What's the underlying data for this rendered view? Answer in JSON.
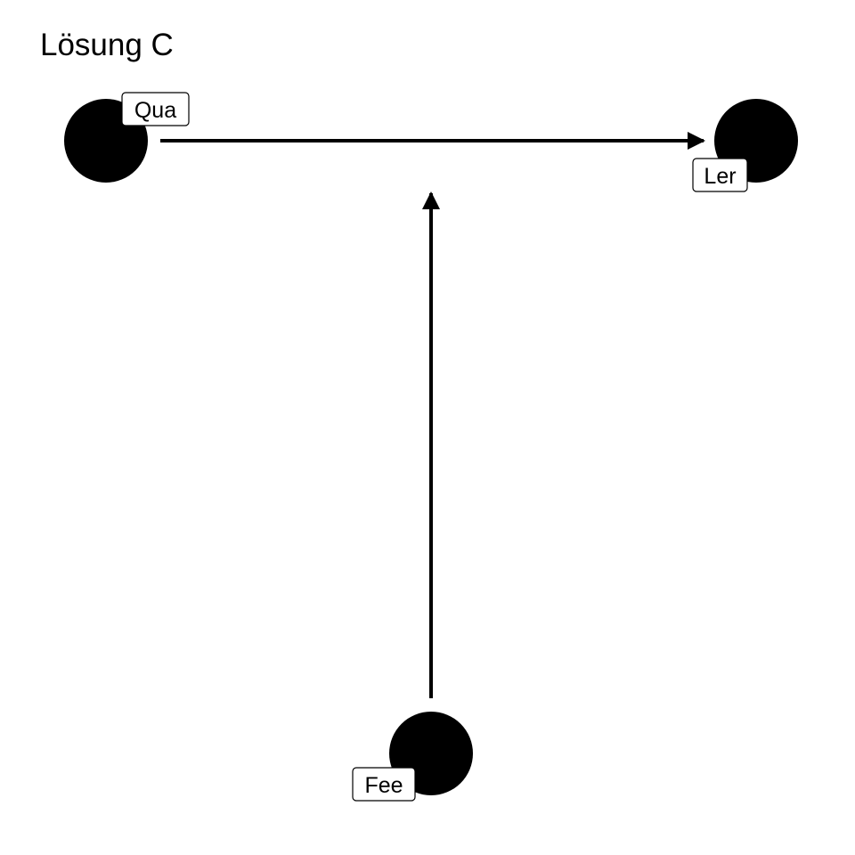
{
  "title": "Lösung C",
  "colors": {
    "node_fill": "#000000",
    "edge_stroke": "#000000",
    "label_background": "#ffffff",
    "label_border": "#000000",
    "background": "#ffffff"
  },
  "nodes": [
    {
      "id": "qua",
      "label": "Qua"
    },
    {
      "id": "ler",
      "label": "Ler"
    },
    {
      "id": "fee",
      "label": "Fee"
    }
  ],
  "edges": [
    {
      "from": "qua",
      "to": "ler"
    },
    {
      "from": "fee",
      "to": "qua-ler-edge"
    }
  ]
}
